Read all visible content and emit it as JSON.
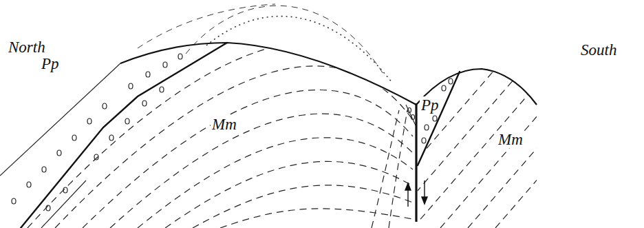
{
  "diagram": {
    "labels": [
      "North",
      "Pp",
      "Mm",
      "Pp",
      "Mm",
      "South"
    ]
  }
}
